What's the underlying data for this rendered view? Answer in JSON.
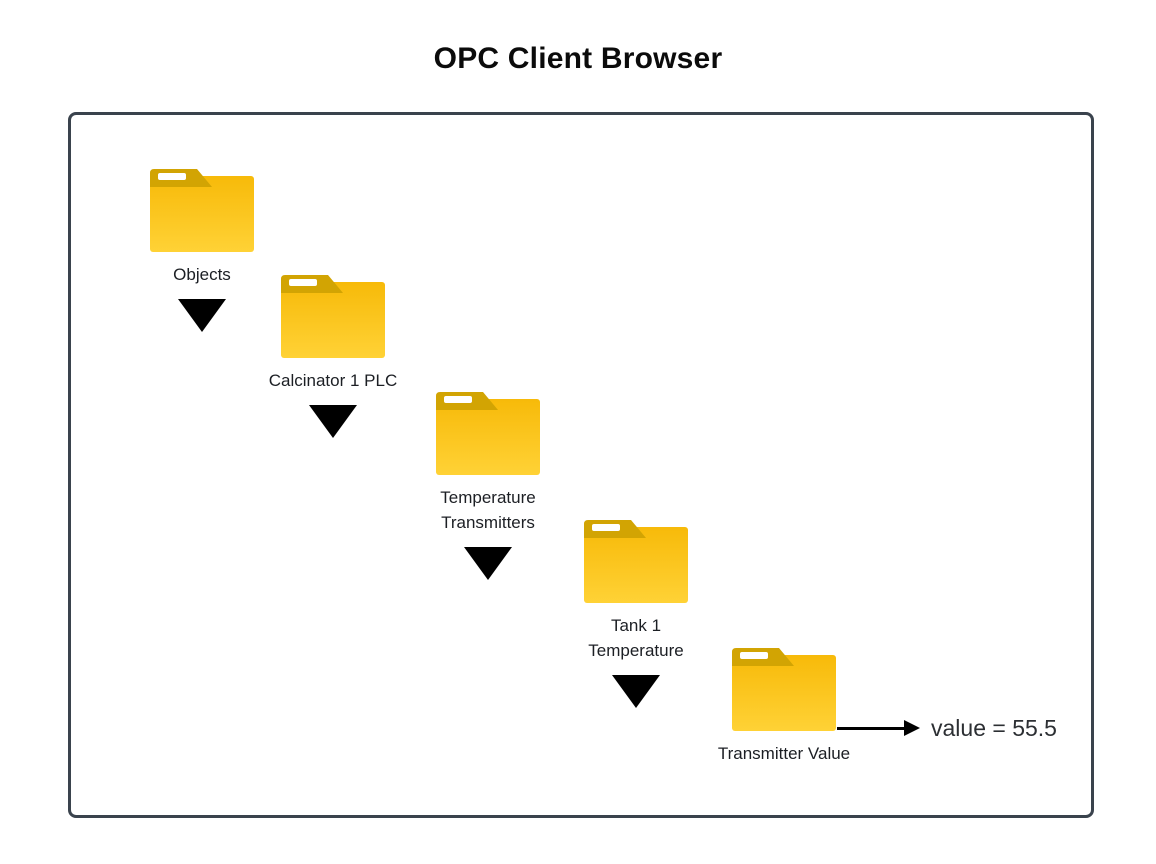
{
  "title": "OPC Client Browser",
  "tree": {
    "nodes": [
      {
        "name": "Objects",
        "lines": [
          "Objects"
        ]
      },
      {
        "name": "Calcinator 1 PLC",
        "lines": [
          "Calcinator 1 PLC"
        ]
      },
      {
        "name": "Temperature Transmitters",
        "lines": [
          "Temperature",
          "Transmitters"
        ]
      },
      {
        "name": "Tank 1 Temperature",
        "lines": [
          "Tank 1",
          "Temperature"
        ]
      },
      {
        "name": "Transmitter Value",
        "lines": [
          "Transmitter Value"
        ]
      }
    ],
    "leaf_value": {
      "text": "value = 55.5",
      "number": "55.5"
    }
  },
  "icons": {
    "folder": "folder-icon",
    "expand": "triangle-down-icon",
    "pointer": "arrow-right-icon"
  },
  "colors": {
    "folder_tab": "#D2A403",
    "folder_body_top": "#F7BA09",
    "folder_body_bottom": "#FFD236",
    "folder_tab_slot": "#FFFFFF",
    "canvas_border": "#3A434D",
    "connector": "#000000",
    "title_text": "#0B0B0B",
    "label_text": "#1C1F24"
  }
}
